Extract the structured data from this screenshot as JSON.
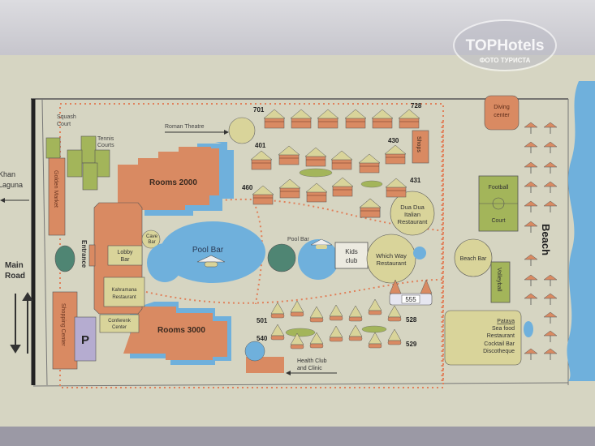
{
  "watermark": {
    "brand": "TOPHotels",
    "subtitle": "ФОТО ТУРИСТА"
  },
  "left": {
    "khan_laguna": [
      "Khan",
      "Laguna"
    ],
    "main_road": [
      "Main",
      "Road"
    ],
    "entrance": "Entrance",
    "squash": [
      "Squash",
      "Court"
    ],
    "tennis": [
      "Tennis",
      "Courts"
    ],
    "golden_market": "Golden Market",
    "shopping_center": "Shopping Center",
    "parking": "P",
    "lobby_bar": [
      "Lobby",
      "Bar"
    ],
    "kahramana": [
      "Kahramana",
      "Restaurant"
    ],
    "conference": [
      "Conferenk",
      "Center"
    ],
    "cave_bar": [
      "Cave",
      "Bar"
    ],
    "rooms_2000": "Rooms 2000",
    "rooms_3000": "Rooms 3000",
    "pool_bar_main": "Pool Bar",
    "roman_theatre": "Roman Theatre"
  },
  "center": {
    "room_labels": {
      "r701": "701",
      "r728": "728",
      "r401": "401",
      "r430": "430",
      "r431": "431",
      "r460": "460",
      "r501": "501",
      "r528": "528",
      "r529": "529",
      "r540": "540",
      "r555": "555"
    },
    "shops": "Shops",
    "dua_dua": [
      "Dua Dua",
      "Italian",
      "Restaurant"
    ],
    "pool_bar": "Pool Bar",
    "kids_club": [
      "Kids",
      "club"
    ],
    "which_way": [
      "Which Way",
      "Restaurant"
    ],
    "health_club": [
      "Health Club",
      "and Clinic"
    ]
  },
  "right": {
    "diving": [
      "Diving",
      "center"
    ],
    "football": [
      "Football",
      "Court"
    ],
    "beach_bar": "Beach Bar",
    "volleyball": "Volleyball",
    "beach": "Beach",
    "pataya": {
      "title": "Pataya",
      "lines": [
        "Sea food",
        "Restaurant",
        "Cocktail Bar",
        "Discotheque"
      ]
    }
  },
  "colors": {
    "building": "#d98a62",
    "water": "#6fb0dc",
    "green": "#a3b55a",
    "sand": "#d9d49a",
    "path": "#e0805a",
    "paper": "#dcdac8"
  }
}
